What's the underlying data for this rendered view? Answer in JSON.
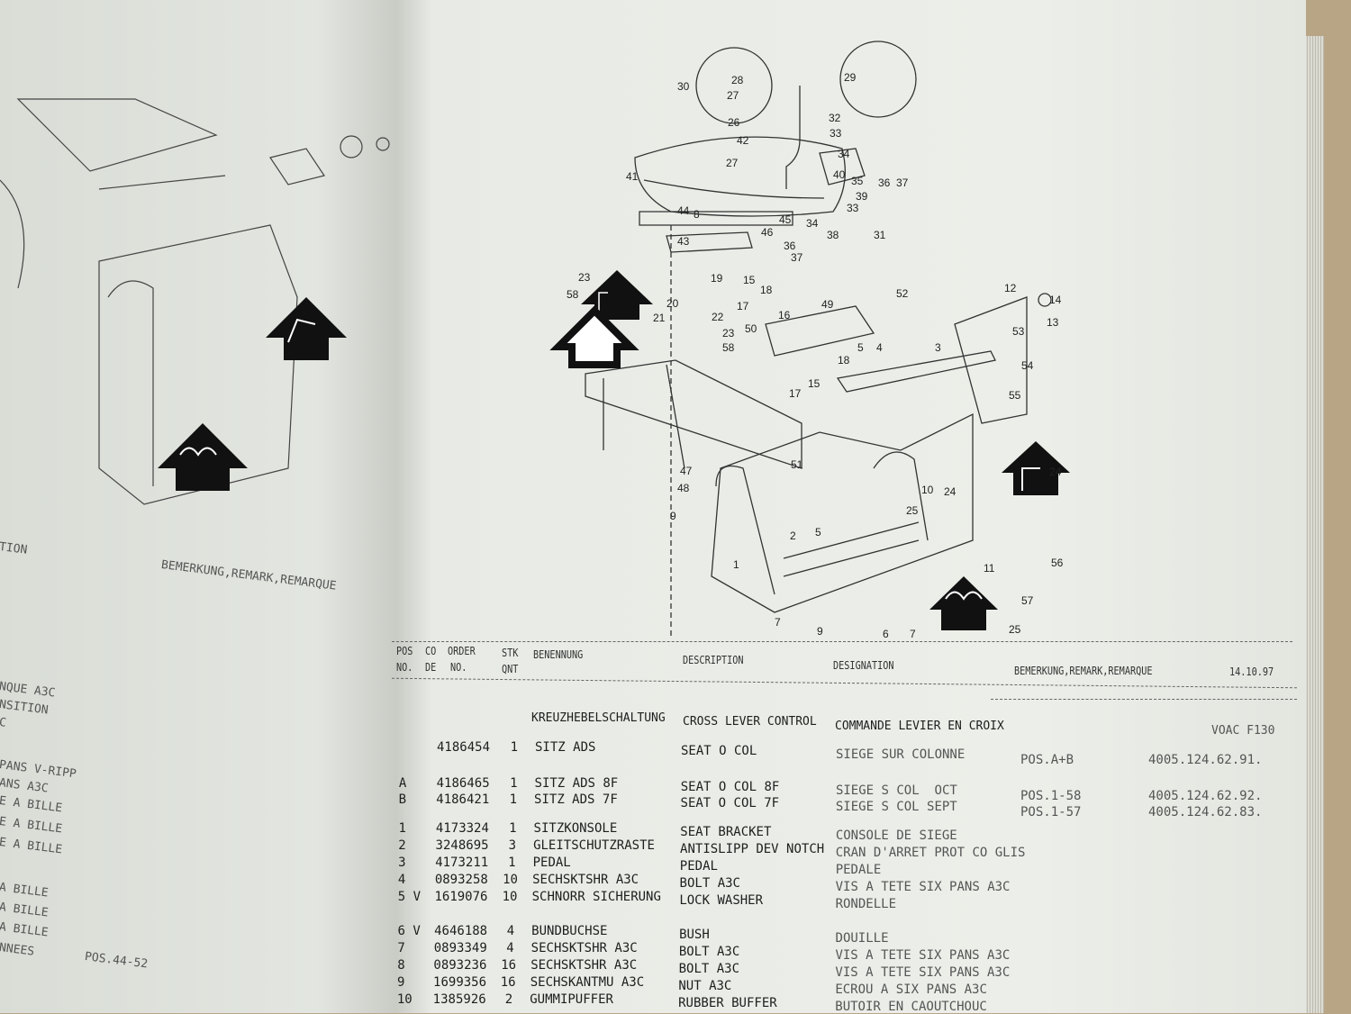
{
  "left_page": {
    "remark_header": "BEMERKUNG,REMARK,REMARQUE",
    "partial_header": "TION",
    "partial_lines": [
      "NQUE A3C",
      "NSITION",
      "C",
      "PANS V-RIPP",
      "ANS A3C",
      "E A BILLE",
      "E A BILLE",
      "E A BILLE",
      "A BILLE",
      "A BILLE",
      "A BILLE",
      "NNEES"
    ],
    "pos_note": "POS.44-52"
  },
  "header": {
    "pos_no": [
      "POS",
      "NO."
    ],
    "code": [
      "CO",
      "DE"
    ],
    "order_no": [
      "ORDER",
      "NO."
    ],
    "qty": [
      "STK",
      "QNT"
    ],
    "benennung": "BENENNUNG",
    "description": "DESCRIPTION",
    "designation": "DESIGNATION",
    "remark": "BEMERKUNG,REMARK,REMARQUE",
    "date": "14.10.97"
  },
  "group": {
    "de": "KREUZHEBELSCHALTUNG",
    "en": "CROSS LEVER CONTROL",
    "fr": "COMMANDE LEVIER EN CROIX",
    "model": "VOAC F130"
  },
  "rows": [
    {
      "pos": "",
      "order": "4186454",
      "qty": "1",
      "de": "SITZ ADS",
      "en": "SEAT O COL",
      "fr": "SIEGE SUR COLONNE",
      "remark": "POS.A+B",
      "ref": "4005.124.62.91."
    },
    {
      "pos": "A",
      "order": "4186465",
      "qty": "1",
      "de": "SITZ ADS 8F",
      "en": "SEAT O COL 8F",
      "fr": "SIEGE S COL  OCT",
      "remark": "POS.1-58",
      "ref": "4005.124.62.92."
    },
    {
      "pos": "B",
      "order": "4186421",
      "qty": "1",
      "de": "SITZ ADS 7F",
      "en": "SEAT O COL 7F",
      "fr": "SIEGE S COL SEPT",
      "remark": "POS.1-57",
      "ref": "4005.124.62.83."
    },
    {
      "pos": "1",
      "order": "4173324",
      "qty": "1",
      "de": "SITZKONSOLE",
      "en": "SEAT BRACKET",
      "fr": "CONSOLE DE SIEGE",
      "remark": "",
      "ref": ""
    },
    {
      "pos": "2",
      "order": "3248695",
      "qty": "3",
      "de": "GLEITSCHUTZRASTE",
      "en": "ANTISLIPP DEV NOTCH",
      "fr": "CRAN D'ARRET PROT CO GLIS",
      "remark": "",
      "ref": ""
    },
    {
      "pos": "3",
      "order": "4173211",
      "qty": "1",
      "de": "PEDAL",
      "en": "PEDAL",
      "fr": "PEDALE",
      "remark": "",
      "ref": ""
    },
    {
      "pos": "4",
      "order": "0893258",
      "qty": "10",
      "de": "SECHSKTSHR A3C",
      "en": "BOLT A3C",
      "fr": "VIS A TETE SIX PANS A3C",
      "remark": "",
      "ref": ""
    },
    {
      "pos": "5 V",
      "order": "1619076",
      "qty": "10",
      "de": "SCHNORR SICHERUNG",
      "en": "LOCK WASHER",
      "fr": "RONDELLE",
      "remark": "",
      "ref": ""
    },
    {
      "pos": "6 V",
      "order": "4646188",
      "qty": "4",
      "de": "BUNDBUCHSE",
      "en": "BUSH",
      "fr": "DOUILLE",
      "remark": "",
      "ref": ""
    },
    {
      "pos": "7",
      "order": "0893349",
      "qty": "4",
      "de": "SECHSKTSHR A3C",
      "en": "BOLT A3C",
      "fr": "VIS A TETE SIX PANS A3C",
      "remark": "",
      "ref": ""
    },
    {
      "pos": "8",
      "order": "0893236",
      "qty": "16",
      "de": "SECHSKTSHR A3C",
      "en": "BOLT A3C",
      "fr": "VIS A TETE SIX PANS A3C",
      "remark": "",
      "ref": ""
    },
    {
      "pos": "9",
      "order": "1699356",
      "qty": "16",
      "de": "SECHSKANTMU A3C",
      "en": "NUT A3C",
      "fr": "ECROU A SIX PANS A3C",
      "remark": "",
      "ref": ""
    },
    {
      "pos": "10",
      "order": "1385926",
      "qty": "2",
      "de": "GUMMIPUFFER",
      "en": "RUBBER BUFFER",
      "fr": "BUTOIR EN CAOUTCHOUC",
      "remark": "",
      "ref": ""
    }
  ],
  "diagram_callouts": [
    "30",
    "28",
    "27",
    "29",
    "26",
    "32",
    "33",
    "42",
    "41",
    "27",
    "40",
    "34",
    "35",
    "36",
    "37",
    "39",
    "8",
    "44",
    "45",
    "34",
    "33",
    "46",
    "43",
    "38",
    "36",
    "37",
    "31",
    "23",
    "19",
    "15",
    "18",
    "14",
    "52",
    "12",
    "13",
    "58",
    "20",
    "17",
    "49",
    "21",
    "22",
    "50",
    "16",
    "53",
    "23",
    "58",
    "54",
    "5",
    "4",
    "3",
    "18",
    "15",
    "55",
    "17",
    "24",
    "51",
    "47",
    "48",
    "9",
    "10",
    "24",
    "25",
    "2",
    "5",
    "1",
    "11",
    "56",
    "57",
    "7",
    "9",
    "6",
    "7",
    "25"
  ],
  "colors": {
    "paper": "#eceee9",
    "ink": "#222222",
    "background": "#b8a586"
  }
}
